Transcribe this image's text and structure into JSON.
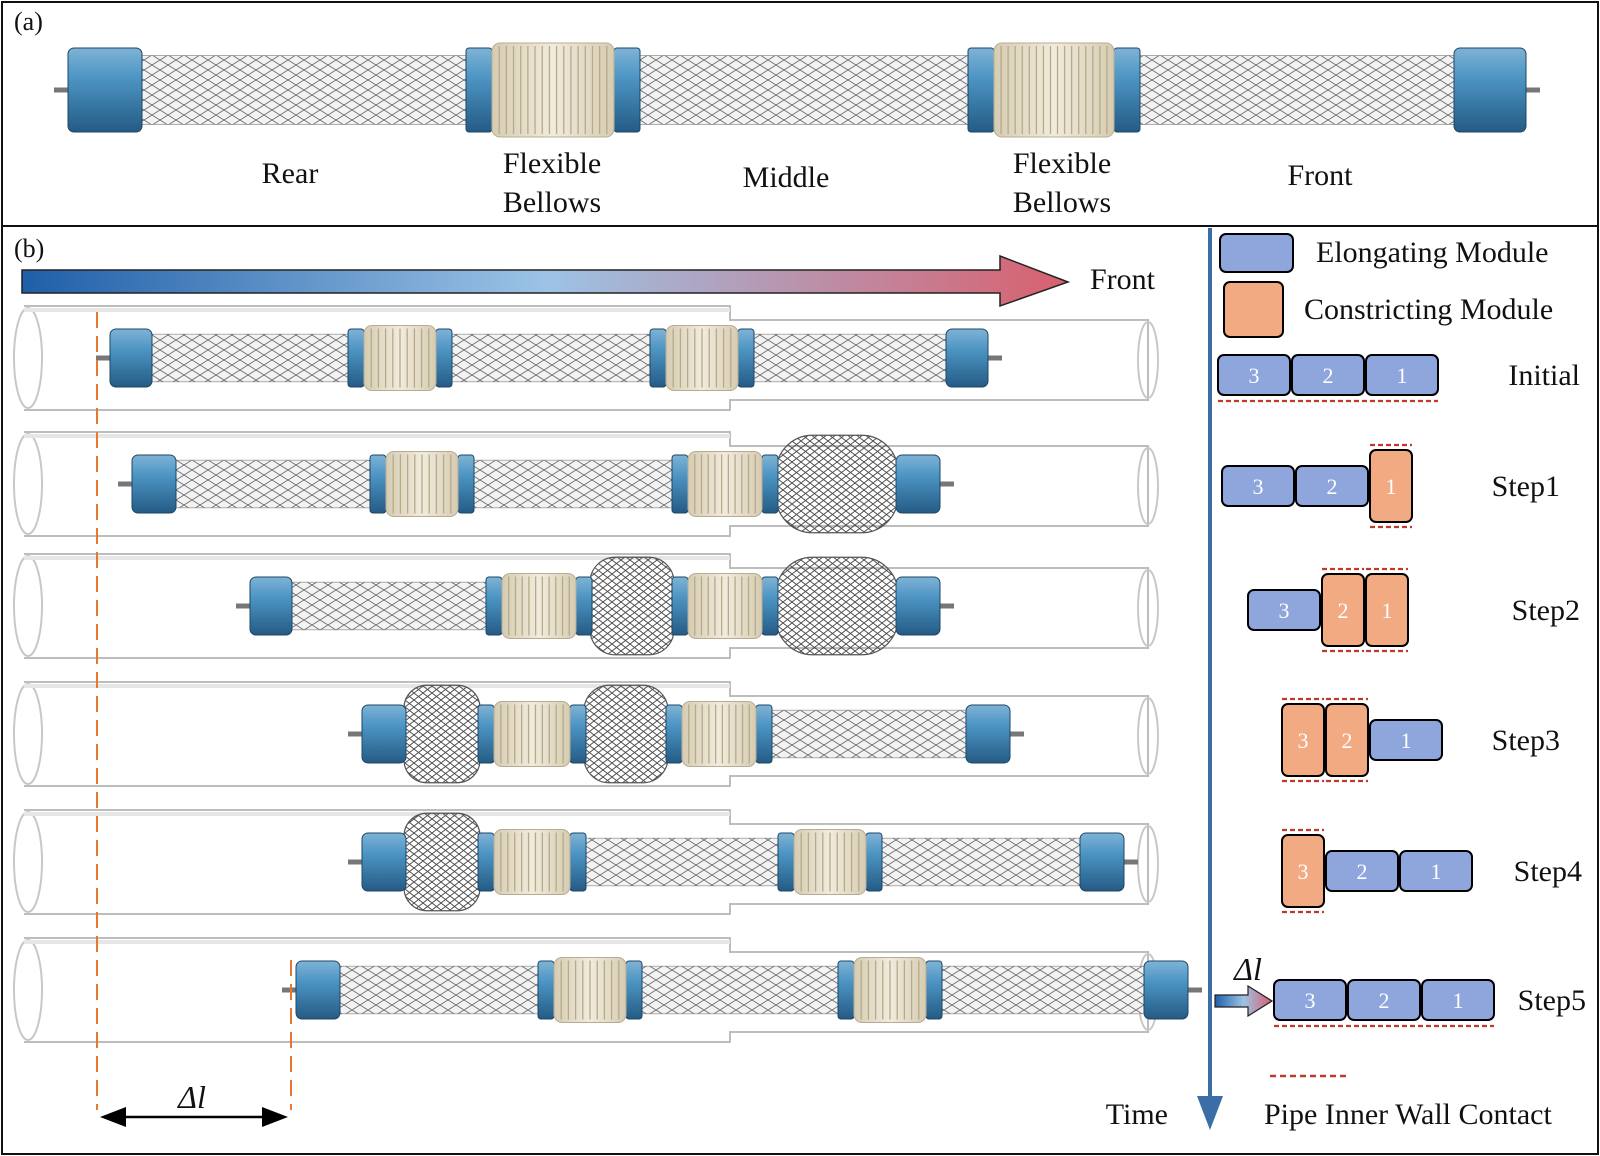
{
  "panel_a": {
    "label": "(a)",
    "parts": [
      {
        "name": "Rear",
        "lines": [
          "Rear"
        ]
      },
      {
        "name": "Flexible Bellows",
        "lines": [
          "Flexible",
          "Bellows"
        ]
      },
      {
        "name": "Middle",
        "lines": [
          "Middle"
        ]
      },
      {
        "name": "Flexible Bellows",
        "lines": [
          "Flexible",
          "Bellows"
        ]
      },
      {
        "name": "Front",
        "lines": [
          "Front"
        ]
      }
    ]
  },
  "panel_b": {
    "label": "(b)",
    "direction_label": "Front",
    "time_label": "Time",
    "delta_label": "Δl",
    "legend": {
      "elongating": "Elongating Module",
      "constricting": "Constricting Module",
      "contact": "Pipe Inner Wall Contact"
    },
    "colors": {
      "elongating": "#8fa6dc",
      "constricting": "#f2aa82",
      "metal": "#3f86b7",
      "bellows": "#e5ddc8",
      "contact": "#c0392b",
      "guide": "#e8782f",
      "arrow_start": "#1f5fa8",
      "arrow_mid": "#9cc3e6",
      "arrow_end": "#d8606e",
      "time_axis": "#3b6ea6"
    },
    "steps": [
      {
        "name": "Initial",
        "modules": [
          {
            "id": "3",
            "state": "elongating"
          },
          {
            "id": "2",
            "state": "elongating"
          },
          {
            "id": "1",
            "state": "elongating"
          }
        ]
      },
      {
        "name": "Step1",
        "modules": [
          {
            "id": "3",
            "state": "elongating"
          },
          {
            "id": "2",
            "state": "elongating"
          },
          {
            "id": "1",
            "state": "constricting"
          }
        ]
      },
      {
        "name": "Step2",
        "modules": [
          {
            "id": "3",
            "state": "elongating"
          },
          {
            "id": "2",
            "state": "constricting"
          },
          {
            "id": "1",
            "state": "constricting"
          }
        ]
      },
      {
        "name": "Step3",
        "modules": [
          {
            "id": "3",
            "state": "constricting"
          },
          {
            "id": "2",
            "state": "constricting"
          },
          {
            "id": "1",
            "state": "elongating"
          }
        ]
      },
      {
        "name": "Step4",
        "modules": [
          {
            "id": "3",
            "state": "constricting"
          },
          {
            "id": "2",
            "state": "elongating"
          },
          {
            "id": "1",
            "state": "elongating"
          }
        ]
      },
      {
        "name": "Step5",
        "modules": [
          {
            "id": "3",
            "state": "elongating"
          },
          {
            "id": "2",
            "state": "elongating"
          },
          {
            "id": "1",
            "state": "elongating"
          }
        ]
      }
    ]
  }
}
